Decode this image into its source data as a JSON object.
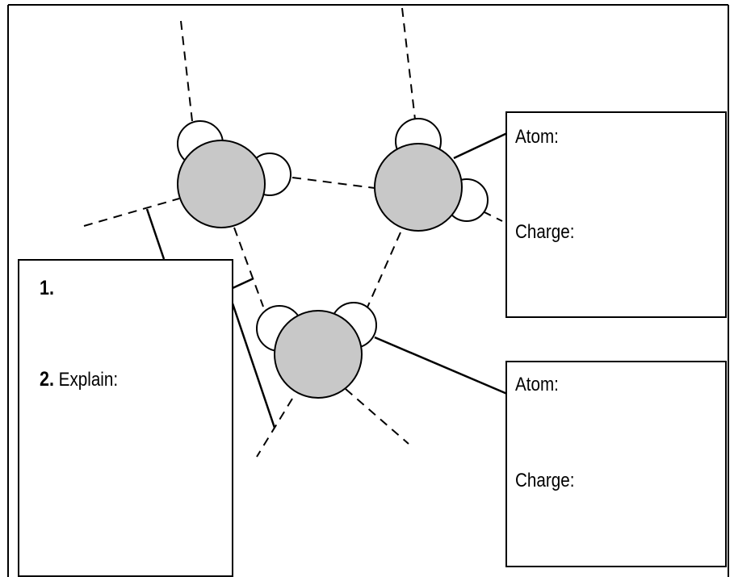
{
  "colors": {
    "background": "#ffffff",
    "stroke": "#000000",
    "oxygen_fill": "#c8c8c8",
    "hydrogen_fill": "#ffffff"
  },
  "left_box": {
    "item1_number": "1.",
    "item2_number": "2.",
    "item2_text": "Explain:"
  },
  "top_right_box": {
    "atom_label": "Atom:",
    "charge_label": "Charge:"
  },
  "bottom_right_box": {
    "atom_label": "Atom:",
    "charge_label": "Charge:"
  }
}
